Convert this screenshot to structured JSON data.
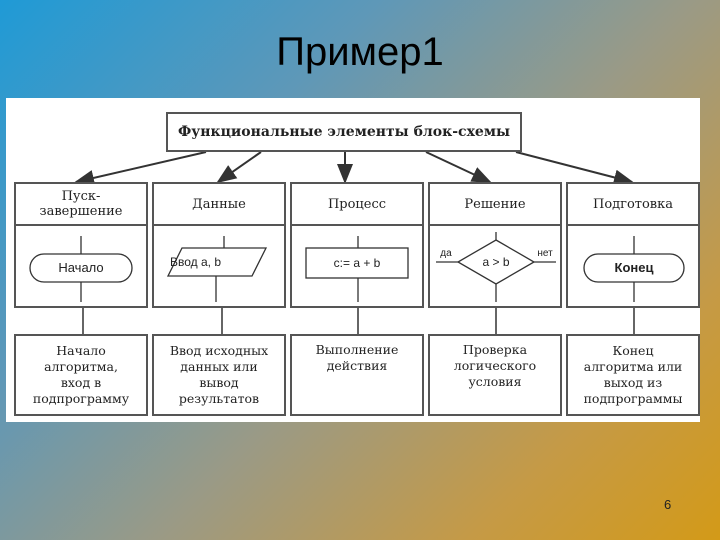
{
  "slide": {
    "title": "Пример1",
    "page_number": "6"
  },
  "diagram": {
    "title": "Функциональные элементы блок-схемы",
    "columns": [
      {
        "header": "Пуск-\nзавершение",
        "shape": "terminator",
        "shape_label": "Начало",
        "description": "Начало\nалгоритма,\nвход в\nподпрограмму"
      },
      {
        "header": "Данные",
        "shape": "parallelogram",
        "shape_label": "Ввод a, b",
        "description": "Ввод исходных\nданных или\nвывод\nрезультатов"
      },
      {
        "header": "Процесс",
        "shape": "rectangle",
        "shape_label": "c:= a + b",
        "description": "Выполнение\nдействия"
      },
      {
        "header": "Решение",
        "shape": "diamond",
        "shape_label": "a > b",
        "yes_label": "да",
        "no_label": "нет",
        "description": "Проверка\nлогического\nусловия"
      },
      {
        "header": "Подготовка",
        "shape": "terminator",
        "shape_label": "Конец",
        "description": "Конец\nалгоритма или\nвыход из\nподпрограммы"
      }
    ]
  }
}
